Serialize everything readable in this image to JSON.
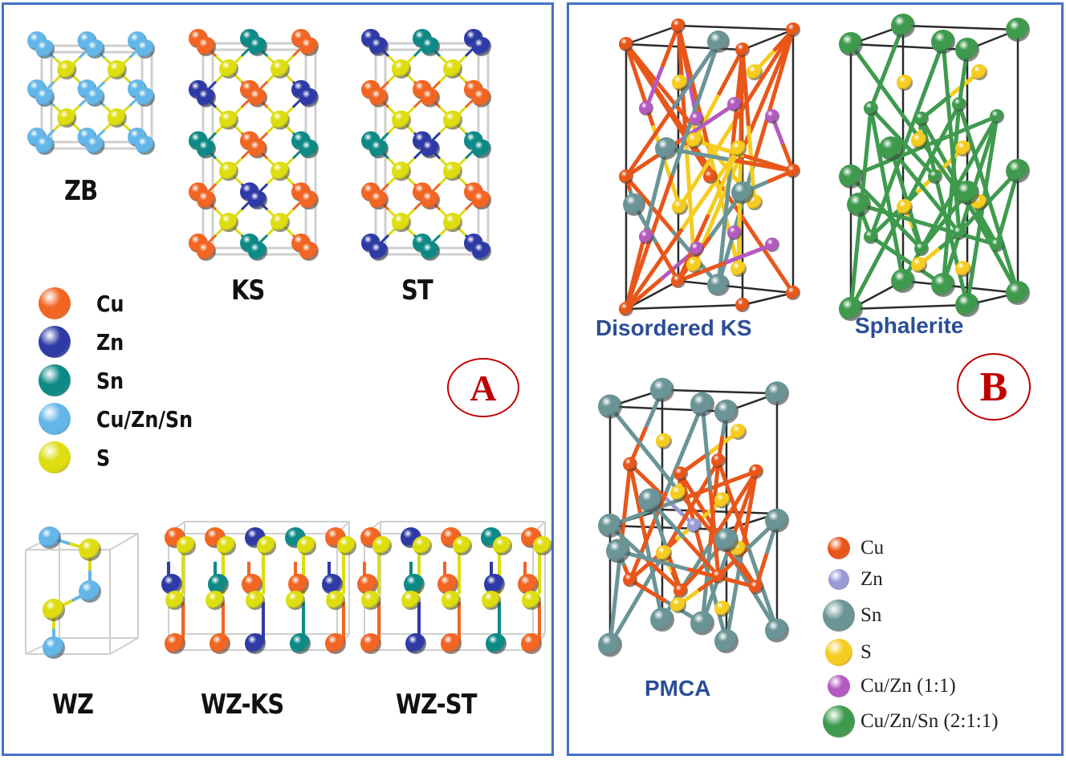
{
  "figure": {
    "panel_a": {
      "badge": "A",
      "structures": [
        {
          "key": "zb",
          "label": "ZB"
        },
        {
          "key": "ks",
          "label": "KS"
        },
        {
          "key": "st",
          "label": "ST"
        },
        {
          "key": "wz",
          "label": "WZ"
        },
        {
          "key": "wzks",
          "label": "WZ-KS"
        },
        {
          "key": "wzst",
          "label": "WZ-ST"
        }
      ],
      "legend": [
        {
          "element": "Cu",
          "label": "Cu",
          "color": "#f26522"
        },
        {
          "element": "Zn",
          "label": "Zn",
          "color": "#2e3aa6"
        },
        {
          "element": "Sn",
          "label": "Sn",
          "color": "#0e8a86"
        },
        {
          "element": "CuZnSn",
          "label": "Cu/Zn/Sn",
          "color": "#63b6e8"
        },
        {
          "element": "S",
          "label": "S",
          "color": "#dddd10"
        }
      ]
    },
    "panel_b": {
      "badge": "B",
      "structures": [
        {
          "key": "dks",
          "label": "Disordered KS"
        },
        {
          "key": "sph",
          "label": "Sphalerite"
        },
        {
          "key": "pmca",
          "label": "PMCA"
        }
      ],
      "legend": [
        {
          "element": "Cu",
          "label": "Cu",
          "color": "#e8561a"
        },
        {
          "element": "Zn",
          "label": "Zn",
          "color": "#9a9ad8"
        },
        {
          "element": "Sn",
          "label": "Sn",
          "color": "#6a9496"
        },
        {
          "element": "S",
          "label": "S",
          "color": "#f5cc1f"
        },
        {
          "element": "CuZn",
          "label": "Cu/Zn (1:1)",
          "color": "#b35ac0"
        },
        {
          "element": "CuZnSn",
          "label": "Cu/Zn/Sn (2:1:1)",
          "color": "#3f9a4e"
        }
      ]
    },
    "colors": {
      "panel_border": "#4472c4",
      "badge": "#c00000",
      "label_b": "#2a4e96"
    }
  }
}
